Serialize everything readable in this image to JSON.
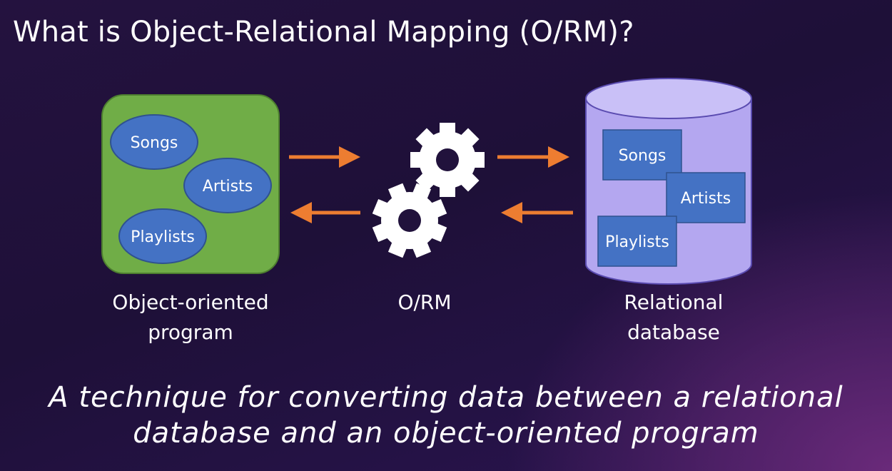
{
  "title": "What is Object-Relational Mapping (O/RM)?",
  "program": {
    "caption_line1": "Object-oriented",
    "caption_line2": "program",
    "objects": [
      "Songs",
      "Artists",
      "Playlists"
    ],
    "fill_color": "#70ad47"
  },
  "orm": {
    "caption": "O/RM",
    "icon": "gears-icon"
  },
  "database": {
    "caption_line1": "Relational",
    "caption_line2": "database",
    "tables": [
      "Songs",
      "Artists",
      "Playlists"
    ],
    "fill_color": "#b4a7f0"
  },
  "arrows": {
    "color": "#ed7d31"
  },
  "tagline": {
    "line1": "A technique for converting data between a relational",
    "line2": "database and an object-oriented program"
  }
}
